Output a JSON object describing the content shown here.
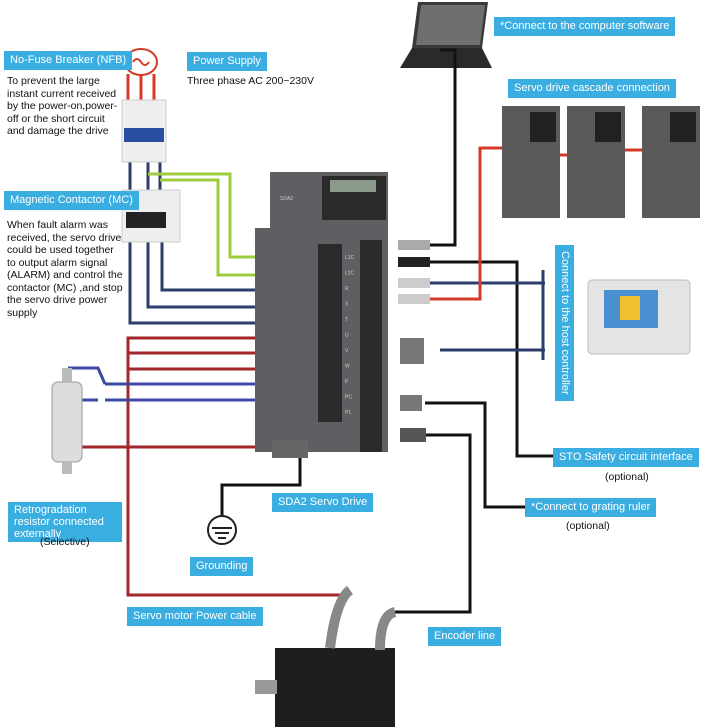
{
  "labels": {
    "computer_software": "*Connect to the computer software",
    "nfb_title": "No-Fuse Breaker (NFB)",
    "nfb_desc": "To prevent the large instant current received by the power-on,power-off or the short circuit and damage the drive",
    "power_supply_title": "Power Supply",
    "power_supply_desc": "Three phase AC 200~230V",
    "cascade": "Servo drive cascade connection",
    "mc_title": "Magnetic Contactor (MC)",
    "mc_desc": "When fault alarm was received, the servo drive could be used together to output alarm signal (ALARM) and control the contactor (MC) ,and stop the servo drive power supply",
    "host_controller": "Connect to the host controller",
    "sto": "STO  Safety circuit interface",
    "sto_optional": "(optional)",
    "grating": "*Connect to grating ruler",
    "grating_optional": "(optional)",
    "servo_drive": "SDA2 Servo Drive",
    "resistor": "Retrogradation resistor connected externally",
    "resistor_note": "(Selective)",
    "grounding": "Grounding",
    "motor_cable": "Servo motor Power cable",
    "encoder": "Encoder line"
  },
  "drive": {
    "model": "SDA2",
    "terminals": [
      "L1C",
      "L2C",
      "R",
      "S",
      "T",
      "U",
      "V",
      "W",
      "P",
      "PC",
      "P1"
    ]
  },
  "colors": {
    "label_bg": "#3aaee0",
    "control_wire": "#9ccc3c",
    "power_in_wire": "#2d3e6b",
    "motor_wire": "#a3262a",
    "resistor_wire": "#3b4aa0",
    "signal_wire": "#111111"
  }
}
